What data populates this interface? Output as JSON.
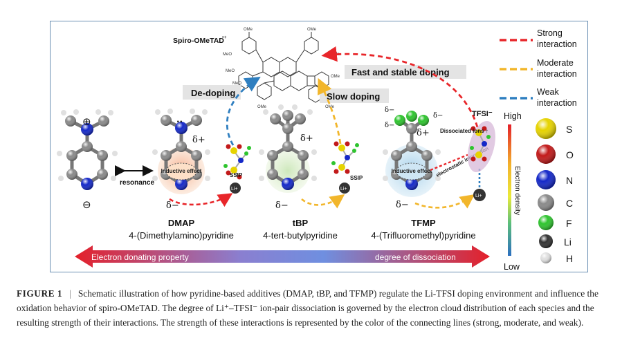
{
  "figure": {
    "spiro_label": "Spiro-OMeTAD",
    "spiro_charge": "•+",
    "substituent": "OMe",
    "substituent_left": "MeO",
    "de_doping": "De-doping",
    "slow_doping": "Slow doping",
    "fast_doping": "Fast and stable doping",
    "resonance": "resonance",
    "inductive_effect": "Inductive effect",
    "ssip": "SSIP",
    "dissociated_ions": "Dissociated ions ↑",
    "electrostatic_interaction": "electrostatic interaction",
    "tfsi": "TFSI⁻",
    "li_label": "Li+",
    "delta_plus": "δ+",
    "delta_minus": "δ−",
    "plus_charge": "⊕",
    "minus_charge": "⊖",
    "lone_pair": "··",
    "molecules": [
      {
        "abbr": "DMAP",
        "name": "4-(Dimethylamino)pyridine"
      },
      {
        "abbr": "tBP",
        "name": "4-tert-butylpyridine"
      },
      {
        "abbr": "TFMP",
        "name": "4-(Trifluoromethyl)pyridine"
      }
    ],
    "arrow_left_text": "Electron donating property",
    "arrow_right_text": "degree of dissociation",
    "legend": [
      {
        "line1": "Strong",
        "line2": "interaction",
        "color": "#e8262a"
      },
      {
        "line1": "Moderate",
        "line2": "interaction",
        "color": "#f2b62b"
      },
      {
        "line1": "Weak",
        "line2": "interaction",
        "color": "#2f7fc0"
      }
    ],
    "density_high": "High",
    "density_low": "Low",
    "density_label": "Electron density",
    "elements": [
      {
        "symbol": "S",
        "color": "#e6d300"
      },
      {
        "symbol": "O",
        "color": "#c21a1a"
      },
      {
        "symbol": "N",
        "color": "#1428c8"
      },
      {
        "symbol": "C",
        "color": "#8a8a8a"
      },
      {
        "symbol": "F",
        "color": "#2ec42e"
      },
      {
        "symbol": "Li",
        "color": "#333333"
      },
      {
        "symbol": "H",
        "color": "#e0e0e0"
      }
    ]
  },
  "caption": {
    "label": "FIGURE 1",
    "separator": "|",
    "text": "Schematic illustration of how pyridine-based additives (DMAP, tBP, and TFMP) regulate the Li-TFSI doping environment and influence the oxidation behavior of spiro-OMeTAD. The degree of Li⁺–TFSI⁻ ion-pair dissociation is governed by the electron cloud distribution of each species and the resulting strength of their interactions. The strength of these interactions is represented by the color of the connecting lines (strong, moderate, and weak)."
  }
}
